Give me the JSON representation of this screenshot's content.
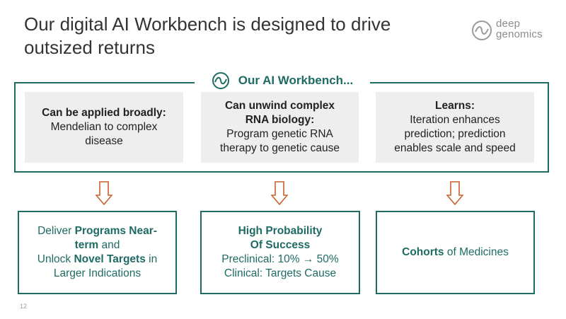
{
  "slide": {
    "title": "Our digital AI Workbench is designed to drive outsized returns",
    "page_number": "12"
  },
  "logo": {
    "line1": "deep",
    "line2": "genomics",
    "icon": "deep-genomics-logo-icon"
  },
  "workbench": {
    "heading": "Our AI Workbench...",
    "icon": "workbench-logo-icon",
    "colors": {
      "accent": "#1e6b63",
      "arrow": "#c8612b",
      "box_fill": "#eeeeee"
    },
    "capabilities": [
      {
        "bold": "Can be applied broadly:",
        "text_line1": "Mendelian to complex",
        "text_line2": "disease"
      },
      {
        "bold_line1": "Can unwind complex",
        "bold_line2": "RNA biology:",
        "text_line1": "Program genetic RNA",
        "text_line2": "therapy to genetic cause"
      },
      {
        "bold": "Learns:",
        "text_line1": "Iteration enhances",
        "text_line2": "prediction; prediction",
        "text_line3": "enables scale and speed"
      }
    ]
  },
  "outcomes": [
    {
      "line1_pre": "Deliver ",
      "line1_bold": "Programs Near-",
      "line2_bold": "term",
      "line2_post": " and",
      "line3_pre": "Unlock ",
      "line3_bold": "Novel Targets",
      "line3_post": " in",
      "line4": "Larger Indications"
    },
    {
      "bold_line1": "High Probability",
      "bold_line2": "Of Success",
      "line3": "Preclinical: 10% → 50%",
      "line4": "Clinical: Targets Cause"
    },
    {
      "bold": "Cohorts",
      "post": " of Medicines"
    }
  ]
}
